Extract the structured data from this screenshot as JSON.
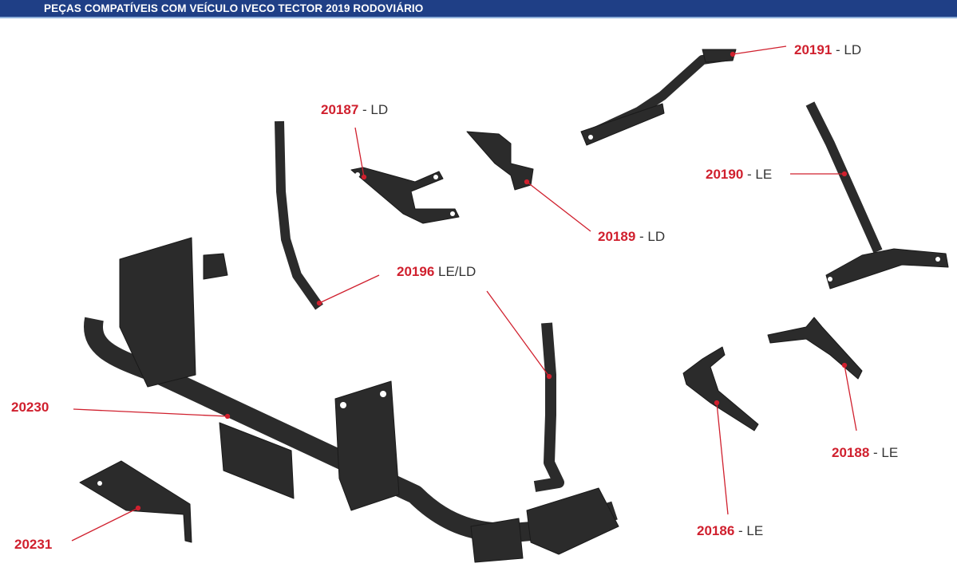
{
  "header": {
    "title": "PEÇAS COMPATÍVEIS COM VEÍCULO IVECO TECTOR 2019 RODOVIÁRIO"
  },
  "colors": {
    "header_bg": "#1f3f86",
    "part_number": "#d0202e",
    "parts": "#2a2a2a"
  },
  "parts": [
    {
      "number": "20191",
      "suffix": " - LD"
    },
    {
      "number": "20187",
      "suffix": " - LD"
    },
    {
      "number": "20190",
      "suffix": " - LE"
    },
    {
      "number": "20189",
      "suffix": " - LD"
    },
    {
      "number": "20196",
      "suffix": " LE/LD"
    },
    {
      "number": "20230",
      "suffix": ""
    },
    {
      "number": "20188",
      "suffix": " - LE"
    },
    {
      "number": "20186",
      "suffix": " - LE"
    },
    {
      "number": "20231",
      "suffix": ""
    }
  ]
}
